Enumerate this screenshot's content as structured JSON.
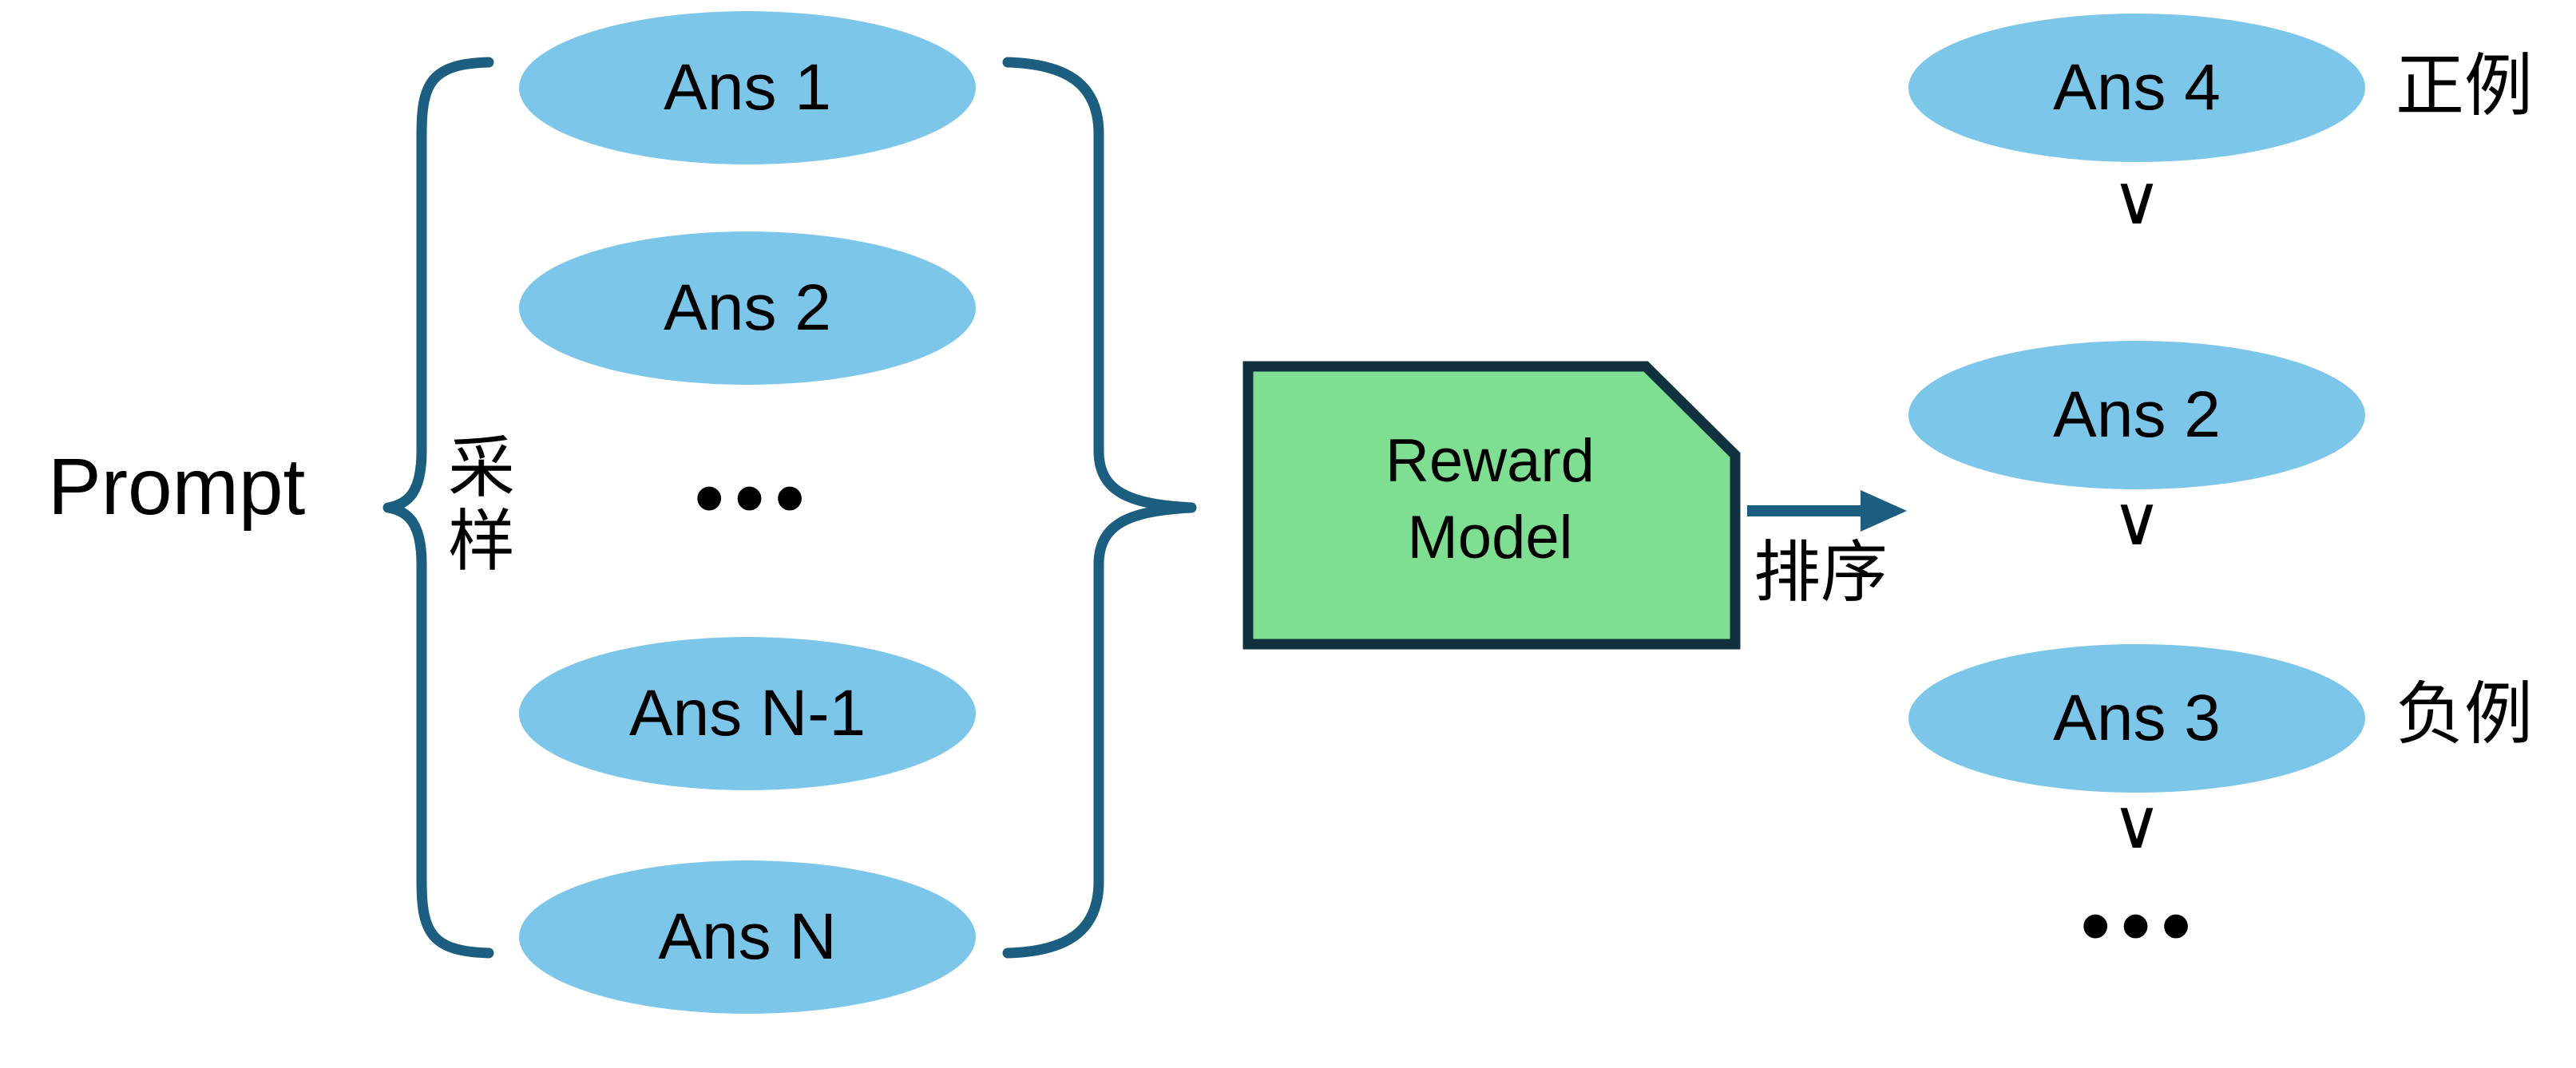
{
  "colors": {
    "ellipse_fill": "#7CC6EA",
    "reward_fill": "#7EDF93",
    "reward_stroke": "#11313F",
    "brace_stroke": "#1B5E80",
    "arrow_stroke": "#1B5E80",
    "text": "#000000",
    "background": "#FFFFFF"
  },
  "prompt": {
    "label": "Prompt"
  },
  "sampling": {
    "brace_label_line1": "采",
    "brace_label_line2": "样"
  },
  "candidates": {
    "items": [
      {
        "label": "Ans 1"
      },
      {
        "label": "Ans 2"
      },
      {
        "label": "Ans N-1"
      },
      {
        "label": "Ans N"
      }
    ],
    "ellipsis": "•••"
  },
  "reward_model": {
    "line1": "Reward",
    "line2": "Model"
  },
  "ranking": {
    "arrow_label": "排序"
  },
  "ranked": {
    "items": [
      {
        "label": "Ans 4",
        "side_label": "正例"
      },
      {
        "label": "Ans 2",
        "side_label": ""
      },
      {
        "label": "Ans 3",
        "side_label": "负例"
      }
    ],
    "comparators": [
      "∨",
      "∨",
      "∨"
    ],
    "ellipsis": "•••"
  }
}
